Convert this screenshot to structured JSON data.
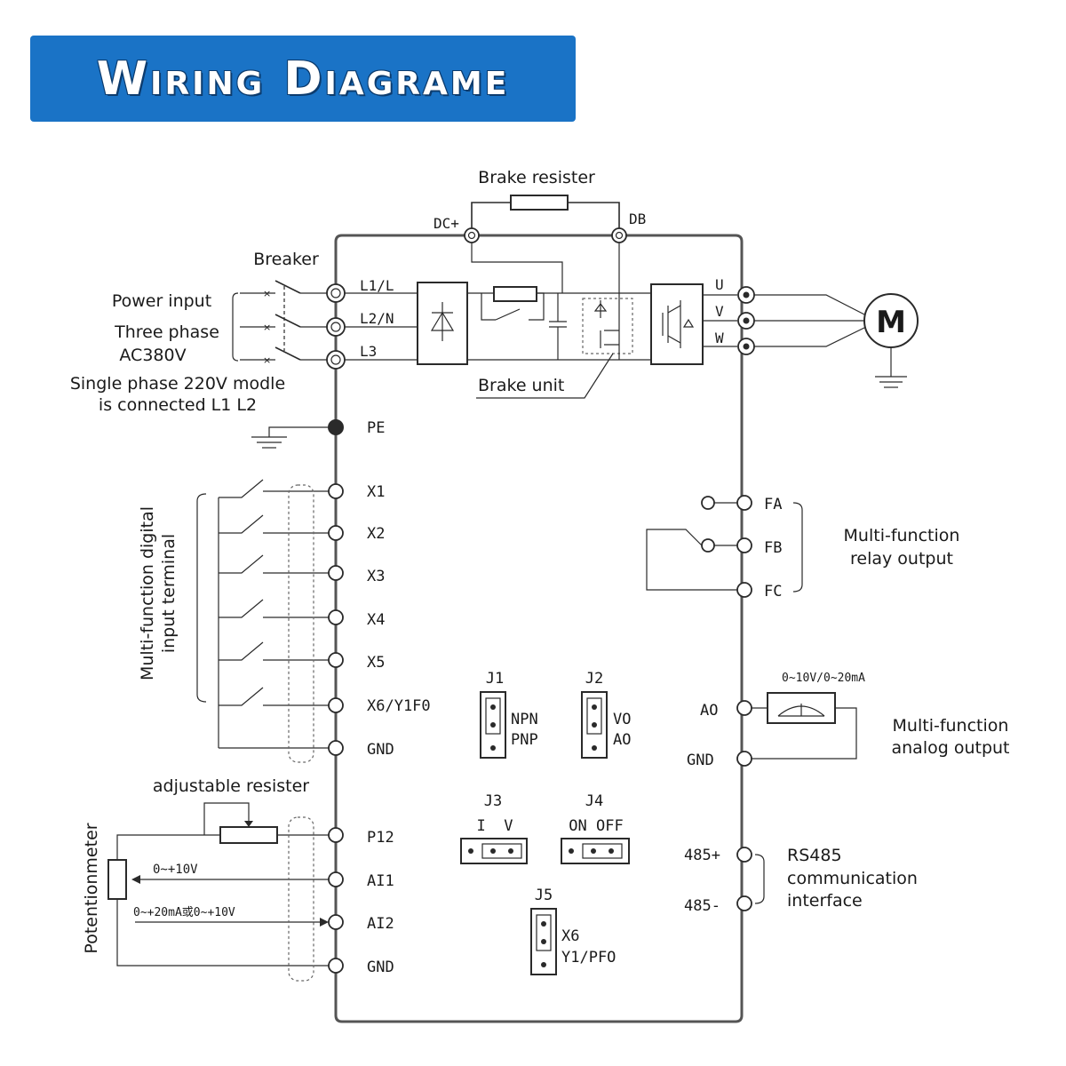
{
  "header": {
    "title": "Wiring Diagrame"
  },
  "power": {
    "breaker": "Breaker",
    "power_input": "Power input",
    "three_phase": "Three phase",
    "ac380": "AC380V",
    "single_phase_1": "Single phase 220V modle",
    "single_phase_2": "is connected L1 L2",
    "l1": "L1/L",
    "l2": "L2/N",
    "l3": "L3",
    "pe": "PE"
  },
  "dc_bus": {
    "brake_resister": "Brake resister",
    "dc_plus": "DC+",
    "db": "DB",
    "brake_unit": "Brake unit"
  },
  "motor": {
    "u": "U",
    "v": "V",
    "w": "W",
    "m": "M"
  },
  "digital_inputs": {
    "group_label_1": "Multi-function digital",
    "group_label_2": "input terminal",
    "terminals": [
      "X1",
      "X2",
      "X3",
      "X4",
      "X5",
      "X6/Y1F0",
      "GND"
    ]
  },
  "analog_inputs": {
    "adjustable_resister": "adjustable resister",
    "potentiometer": "Potentionmeter",
    "range_1": "0~+10V",
    "range_2": "0~+20mA或0~+10V",
    "terminals": [
      "P12",
      "AI1",
      "AI2",
      "GND"
    ]
  },
  "relay": {
    "terminals": [
      "FA",
      "FB",
      "FC"
    ],
    "label_1": "Multi-function",
    "label_2": "relay output"
  },
  "analog_output": {
    "range": "0~10V/0~20mA",
    "ao": "AO",
    "gnd": "GND",
    "label_1": "Multi-function",
    "label_2": "analog output"
  },
  "rs485": {
    "plus": "485+",
    "minus": "485-",
    "label_1": "RS485",
    "label_2": "communication",
    "label_3": "interface"
  },
  "jumpers": {
    "j1": {
      "name": "J1",
      "opt1": "NPN",
      "opt2": "PNP"
    },
    "j2": {
      "name": "J2",
      "opt1": "VO",
      "opt2": "AO"
    },
    "j3": {
      "name": "J3",
      "opts": "I  V"
    },
    "j4": {
      "name": "J4",
      "opts": "ON OFF"
    },
    "j5": {
      "name": "J5",
      "opt1": "X6",
      "opt2": "Y1/PFO"
    }
  }
}
